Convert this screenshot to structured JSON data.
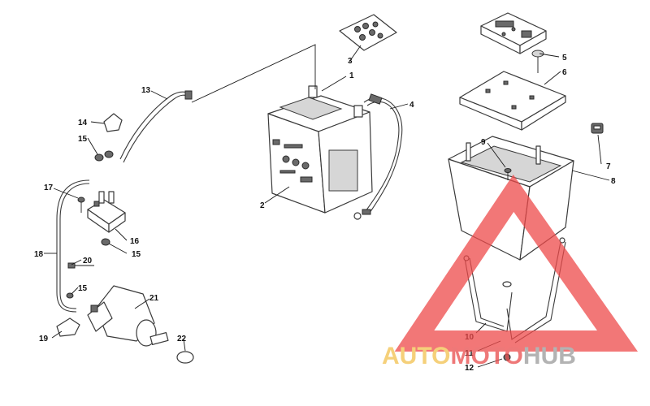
{
  "diagram": {
    "callouts": [
      {
        "id": "c1",
        "label": "1"
      },
      {
        "id": "c2",
        "label": "2"
      },
      {
        "id": "c3",
        "label": "3"
      },
      {
        "id": "c4",
        "label": "4"
      },
      {
        "id": "c5",
        "label": "5"
      },
      {
        "id": "c6",
        "label": "6"
      },
      {
        "id": "c7",
        "label": "7"
      },
      {
        "id": "c8",
        "label": "8"
      },
      {
        "id": "c9",
        "label": "9"
      },
      {
        "id": "c10",
        "label": "10"
      },
      {
        "id": "c11",
        "label": "11"
      },
      {
        "id": "c12",
        "label": "12"
      },
      {
        "id": "c13",
        "label": "13"
      },
      {
        "id": "c14",
        "label": "14"
      },
      {
        "id": "c15a",
        "label": "15"
      },
      {
        "id": "c15b",
        "label": "15"
      },
      {
        "id": "c15c",
        "label": "15"
      },
      {
        "id": "c16",
        "label": "16"
      },
      {
        "id": "c17",
        "label": "17"
      },
      {
        "id": "c18",
        "label": "18"
      },
      {
        "id": "c19",
        "label": "19"
      },
      {
        "id": "c20",
        "label": "20"
      },
      {
        "id": "c21",
        "label": "21"
      },
      {
        "id": "c22",
        "label": "22"
      }
    ]
  },
  "watermark": {
    "part1": "AUTO",
    "part2": "MOTO",
    "part3": "HUB",
    "colors": {
      "part1": "#f2c14e",
      "part2": "#e94b4b",
      "part3": "#9a9a9a",
      "triangle": "#ee4a4a"
    }
  }
}
